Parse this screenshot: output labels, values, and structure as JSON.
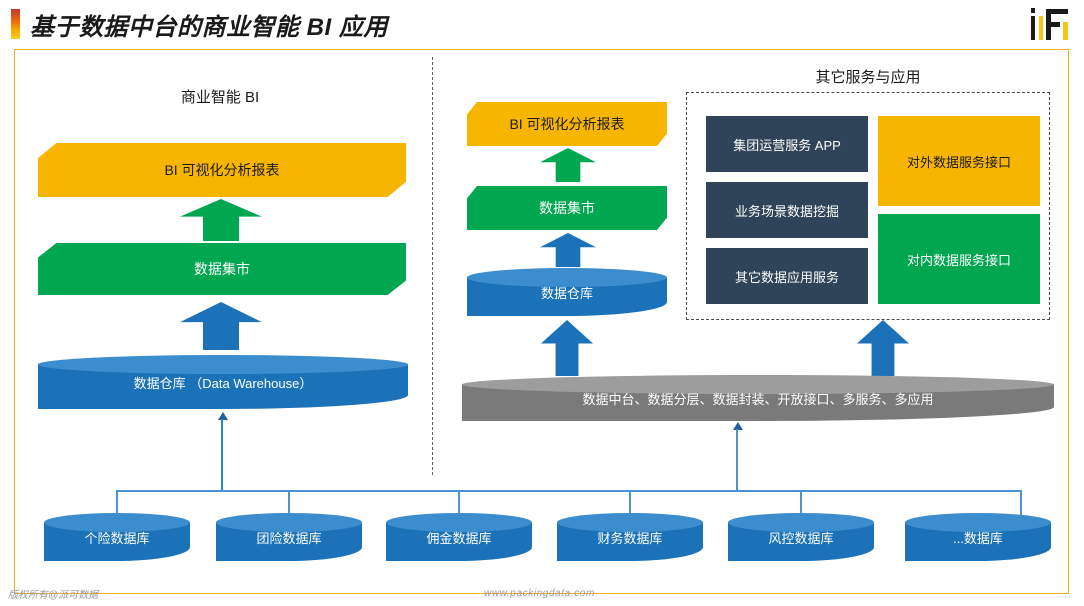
{
  "header": {
    "title": "基于数据中台的商业智能 BI 应用",
    "logo_name": "ifc-logo"
  },
  "left_panel": {
    "section_title": "商业智能 BI",
    "layers": [
      {
        "label": "BI 可视化分析报表",
        "color": "#f8b500",
        "shape": "banner"
      },
      {
        "label": "数据集市",
        "color": "#00a650",
        "shape": "banner"
      },
      {
        "label": "数据仓库 （Data Warehouse）",
        "color": "#1b72b8",
        "shape": "cylinder"
      }
    ]
  },
  "middle_panel": {
    "layers": [
      {
        "label": "BI 可视化分析报表",
        "color": "#f8b500",
        "shape": "banner"
      },
      {
        "label": "数据集市",
        "color": "#00a650",
        "shape": "banner"
      },
      {
        "label": "数据仓库",
        "color": "#1b72b8",
        "shape": "cylinder"
      }
    ]
  },
  "right_panel": {
    "section_title": "其它服务与应用",
    "dark_tiles": [
      {
        "label": "集团运营服务 APP",
        "color": "#2f4458"
      },
      {
        "label": "业务场景数据挖掘",
        "color": "#2f4458"
      },
      {
        "label": "其它数据应用服务",
        "color": "#2f4458"
      }
    ],
    "interface_tiles": [
      {
        "label": "对外数据服务接口",
        "color": "#f8b500"
      },
      {
        "label": "对内数据服务接口",
        "color": "#00a650"
      }
    ]
  },
  "platform_bar": {
    "label": "数据中台、数据分层、数据封装、开放接口、多服务、多应用",
    "color": "#7a7a7a"
  },
  "source_databases": [
    {
      "label": "个险数据库"
    },
    {
      "label": "团险数据库"
    },
    {
      "label": "佣金数据库"
    },
    {
      "label": "财务数据库"
    },
    {
      "label": "风控数据库"
    },
    {
      "label": "...数据库"
    }
  ],
  "footer": {
    "copyright": "版权所有@派可数据",
    "website": "www.packingdata.com"
  },
  "colors": {
    "accent_yellow": "#f8b500",
    "accent_green": "#00a650",
    "accent_blue": "#1b72b8",
    "accent_dark": "#2f4458",
    "frame_border": "#f0ad1e"
  }
}
